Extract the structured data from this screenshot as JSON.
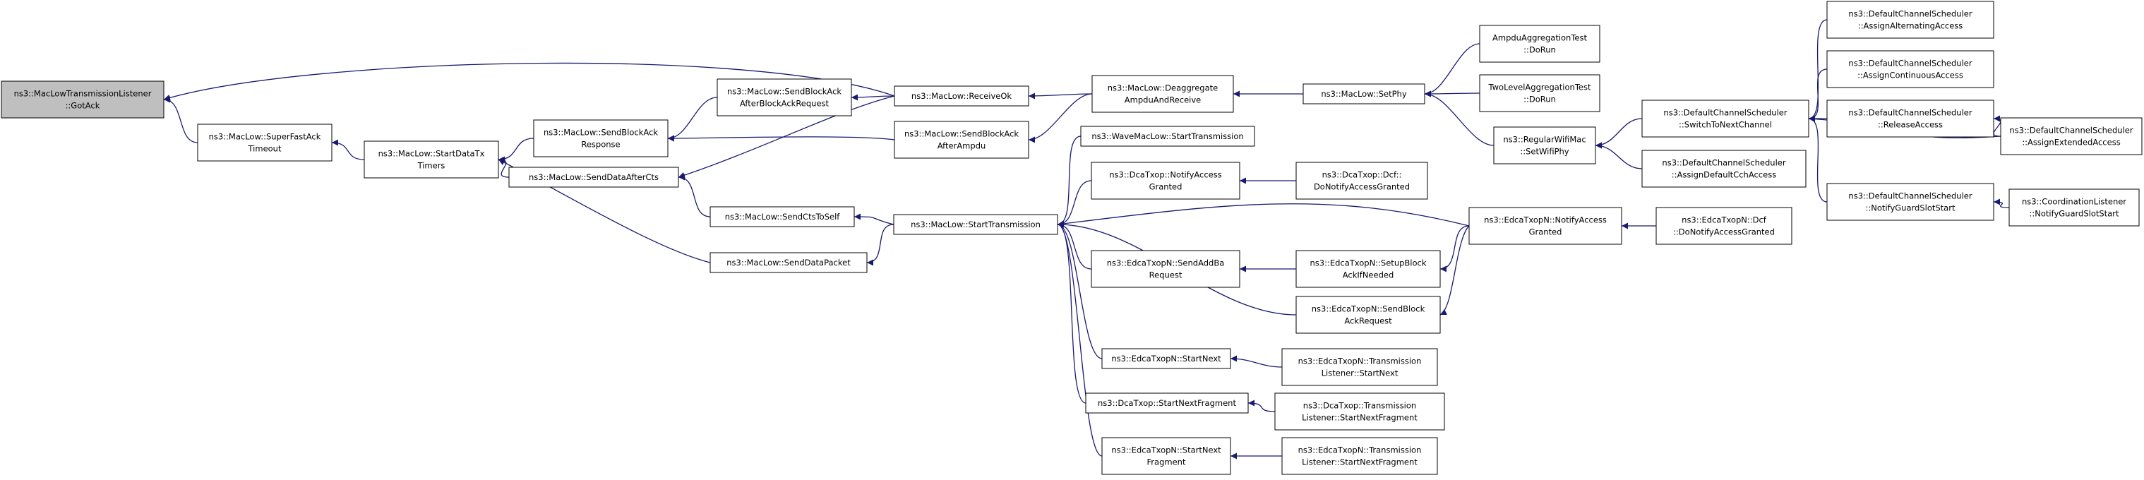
{
  "colors": {
    "edge": "#191970",
    "node_border": "#000000",
    "node_fill": "#ffffff",
    "root_fill": "#bfbfbf"
  },
  "nodes": [
    {
      "id": "gotack",
      "lines": [
        "ns3::MacLowTransmissionListener",
        "::GotAck"
      ],
      "root": true
    },
    {
      "id": "superfast",
      "lines": [
        "ns3::MacLow::SuperFastAck",
        "Timeout"
      ]
    },
    {
      "id": "startdatatx",
      "lines": [
        "ns3::MacLow::StartDataTx",
        "Timers"
      ]
    },
    {
      "id": "sendblockackresp",
      "lines": [
        "ns3::MacLow::SendBlockAck",
        "Response"
      ]
    },
    {
      "id": "senddataafter",
      "lines": [
        "ns3::MacLow::SendDataAfterCts"
      ]
    },
    {
      "id": "sendctstoself",
      "lines": [
        "ns3::MacLow::SendCtsToSelf"
      ]
    },
    {
      "id": "senddatapacket",
      "lines": [
        "ns3::MacLow::SendDataPacket"
      ]
    },
    {
      "id": "sendbaafterbar",
      "lines": [
        "ns3::MacLow::SendBlockAck",
        "AfterBlockAckRequest"
      ]
    },
    {
      "id": "receiveok",
      "lines": [
        "ns3::MacLow::ReceiveOk"
      ]
    },
    {
      "id": "sendbaafterampdu",
      "lines": [
        "ns3::MacLow::SendBlockAck",
        "AfterAmpdu"
      ]
    },
    {
      "id": "deaggregate",
      "lines": [
        "ns3::MacLow::Deaggregate",
        "AmpduAndReceive"
      ]
    },
    {
      "id": "setphy",
      "lines": [
        "ns3::MacLow::SetPhy"
      ]
    },
    {
      "id": "ampduaggtest",
      "lines": [
        "AmpduAggregationTest",
        "::DoRun"
      ]
    },
    {
      "id": "twolevelagg",
      "lines": [
        "TwoLevelAggregationTest",
        "::DoRun"
      ]
    },
    {
      "id": "regularwifimac",
      "lines": [
        "ns3::RegularWifiMac",
        "::SetWifiPhy"
      ]
    },
    {
      "id": "switchtonext",
      "lines": [
        "ns3::DefaultChannelScheduler",
        "::SwitchToNextChannel"
      ]
    },
    {
      "id": "assigndefaultcch",
      "lines": [
        "ns3::DefaultChannelScheduler",
        "::AssignDefaultCchAccess"
      ]
    },
    {
      "id": "assignalternating",
      "lines": [
        "ns3::DefaultChannelScheduler",
        "::AssignAlternatingAccess"
      ]
    },
    {
      "id": "assigncontinuous",
      "lines": [
        "ns3::DefaultChannelScheduler",
        "::AssignContinuousAccess"
      ]
    },
    {
      "id": "releaseaccess",
      "lines": [
        "ns3::DefaultChannelScheduler",
        "::ReleaseAccess"
      ]
    },
    {
      "id": "assignextended",
      "lines": [
        "ns3::DefaultChannelScheduler",
        "::AssignExtendedAccess"
      ]
    },
    {
      "id": "notifyguardslot",
      "lines": [
        "ns3::DefaultChannelScheduler",
        "::NotifyGuardSlotStart"
      ]
    },
    {
      "id": "coordlistener",
      "lines": [
        "ns3::CoordinationListener",
        "::NotifyGuardSlotStart"
      ]
    },
    {
      "id": "starttransmission",
      "lines": [
        "ns3::MacLow::StartTransmission"
      ]
    },
    {
      "id": "wavemac",
      "lines": [
        "ns3::WaveMacLow::StartTransmission"
      ]
    },
    {
      "id": "dcatxopnotify",
      "lines": [
        "ns3::DcaTxop::NotifyAccess",
        "Granted"
      ]
    },
    {
      "id": "dcatxopdcf",
      "lines": [
        "ns3::DcaTxop::Dcf::",
        "DoNotifyAccessGranted"
      ]
    },
    {
      "id": "edcasendaddba",
      "lines": [
        "ns3::EdcaTxopN::SendAddBa",
        "Request"
      ]
    },
    {
      "id": "edcasetupblock",
      "lines": [
        "ns3::EdcaTxopN::SetupBlock",
        "AckIfNeeded"
      ]
    },
    {
      "id": "edcanotify",
      "lines": [
        "ns3::EdcaTxopN::NotifyAccess",
        "Granted"
      ]
    },
    {
      "id": "edcadcf",
      "lines": [
        "ns3::EdcaTxopN::Dcf",
        "::DoNotifyAccessGranted"
      ]
    },
    {
      "id": "edcasendbar",
      "lines": [
        "ns3::EdcaTxopN::SendBlock",
        "AckRequest"
      ]
    },
    {
      "id": "edcastartnext",
      "lines": [
        "ns3::EdcaTxopN::StartNext"
      ]
    },
    {
      "id": "edcatlstartnext",
      "lines": [
        "ns3::EdcaTxopN::Transmission",
        "Listener::StartNext"
      ]
    },
    {
      "id": "dcastartnextfrag",
      "lines": [
        "ns3::DcaTxop::StartNextFragment"
      ]
    },
    {
      "id": "dcatlstartnextfrag",
      "lines": [
        "ns3::DcaTxop::Transmission",
        "Listener::StartNextFragment"
      ]
    },
    {
      "id": "edcastartnextfrag",
      "lines": [
        "ns3::EdcaTxopN::StartNext",
        "Fragment"
      ]
    },
    {
      "id": "edcatlstartnextfrag",
      "lines": [
        "ns3::EdcaTxopN::Transmission",
        "Listener::StartNextFragment"
      ]
    }
  ],
  "edges": [
    [
      "superfast",
      "gotack"
    ],
    [
      "receiveok",
      "gotack"
    ],
    [
      "startdatatx",
      "superfast"
    ],
    [
      "sendblockackresp",
      "startdatatx"
    ],
    [
      "senddataafter",
      "startdatatx"
    ],
    [
      "senddatapacket",
      "startdatatx"
    ],
    [
      "sendbaafterbar",
      "sendblockackresp"
    ],
    [
      "sendbaafterampdu",
      "sendblockackresp"
    ],
    [
      "receiveok",
      "sendbaafterbar"
    ],
    [
      "receiveok",
      "senddataafter"
    ],
    [
      "sendctstoself",
      "senddataafter"
    ],
    [
      "starttransmission",
      "sendctstoself"
    ],
    [
      "starttransmission",
      "senddatapacket"
    ],
    [
      "deaggregate",
      "receiveok"
    ],
    [
      "deaggregate",
      "sendbaafterampdu"
    ],
    [
      "setphy",
      "deaggregate"
    ],
    [
      "ampduaggtest",
      "setphy"
    ],
    [
      "twolevelagg",
      "setphy"
    ],
    [
      "regularwifimac",
      "setphy"
    ],
    [
      "switchtonext",
      "regularwifimac"
    ],
    [
      "assigndefaultcch",
      "regularwifimac"
    ],
    [
      "assignalternating",
      "switchtonext"
    ],
    [
      "assigncontinuous",
      "switchtonext"
    ],
    [
      "releaseaccess",
      "switchtonext"
    ],
    [
      "assignextended",
      "switchtonext"
    ],
    [
      "notifyguardslot",
      "switchtonext"
    ],
    [
      "assignextended",
      "releaseaccess"
    ],
    [
      "coordlistener",
      "notifyguardslot"
    ],
    [
      "wavemac",
      "starttransmission"
    ],
    [
      "dcatxopnotify",
      "starttransmission"
    ],
    [
      "edcasendaddba",
      "starttransmission"
    ],
    [
      "edcanotify",
      "starttransmission"
    ],
    [
      "edcasendbar",
      "starttransmission"
    ],
    [
      "edcastartnext",
      "starttransmission"
    ],
    [
      "dcastartnextfrag",
      "starttransmission"
    ],
    [
      "edcastartnextfrag",
      "starttransmission"
    ],
    [
      "dcatxopdcf",
      "dcatxopnotify"
    ],
    [
      "edcasetupblock",
      "edcasendaddba"
    ],
    [
      "edcanotify",
      "edcasetupblock"
    ],
    [
      "edcadcf",
      "edcanotify"
    ],
    [
      "edcanotify",
      "edcasendbar"
    ],
    [
      "edcatlstartnext",
      "edcastartnext"
    ],
    [
      "dcatlstartnextfrag",
      "dcastartnextfrag"
    ],
    [
      "edcatlstartnextfrag",
      "edcastartnextfrag"
    ]
  ]
}
